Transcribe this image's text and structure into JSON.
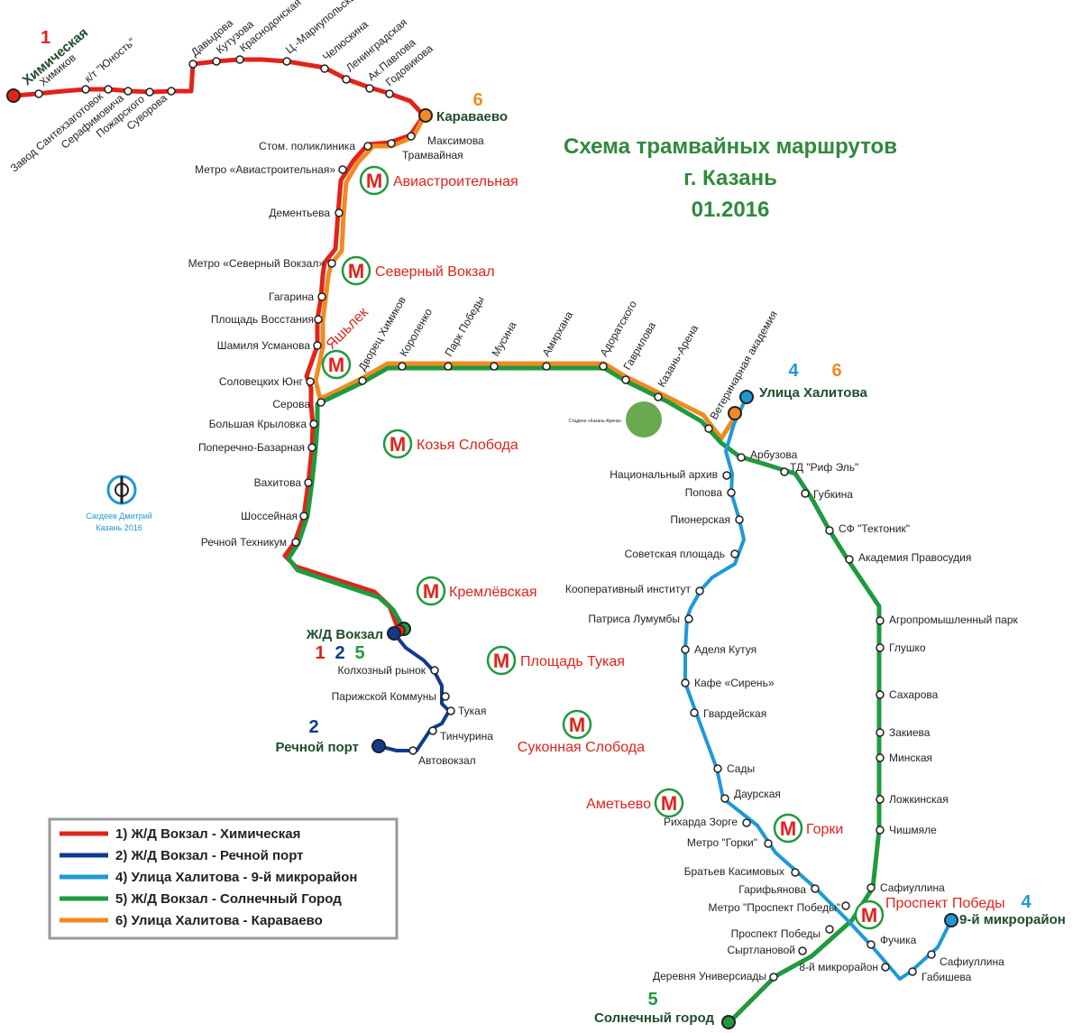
{
  "title": {
    "line1": "Схема трамвайных маршрутов",
    "line2": "г. Казань",
    "line3": "01.2016"
  },
  "credit": {
    "line1": "Сагдеев Дмитрий",
    "line2": "Казань 2016"
  },
  "stadium_label": "Стадион «Казань-Арена»",
  "colors": {
    "route1": "#e2231a",
    "route2": "#0f3b8f",
    "route4": "#1c9ad6",
    "route5": "#1f9a3e",
    "route6": "#f18a20",
    "metro": "#e2231a",
    "metro_ring": "#1f9a3e",
    "title": "#2f8a3c"
  },
  "legend": [
    {
      "route": "1",
      "text": "1) Ж/Д Вокзал - Химическая",
      "color": "#e2231a"
    },
    {
      "route": "2",
      "text": "2) Ж/Д Вокзал - Речной порт",
      "color": "#0f3b8f"
    },
    {
      "route": "4",
      "text": "4) Улица Халитова - 9-й микрорайон",
      "color": "#1c9ad6"
    },
    {
      "route": "5",
      "text": "5) Ж/Д Вокзал - Солнечный Город",
      "color": "#1f9a3e"
    },
    {
      "route": "6",
      "text": "6) Улица Халитова - Караваево",
      "color": "#f18a20"
    }
  ],
  "terminals": {
    "khimicheskaya": {
      "name": "Химическая",
      "routes": "1"
    },
    "karavaevo": {
      "name": "Караваево",
      "routes": "6"
    },
    "khalitova": {
      "name": "Улица Халитова",
      "route_a": "4",
      "route_b": "6"
    },
    "vokzal": {
      "name": "Ж/Д Вокзал",
      "route_a": "1",
      "route_b": "2",
      "route_c": "5"
    },
    "port": {
      "name": "Речной порт",
      "routes": "2"
    },
    "micro9": {
      "name": "9-й микрорайон",
      "routes": "4"
    },
    "solnechny": {
      "name": "Солнечный город",
      "routes": "5"
    }
  },
  "metro_stations": [
    "Авиастроительная",
    "Северный Вокзал",
    "Яшьлек",
    "Козья Слобода",
    "Кремлёвская",
    "Площадь Тукая",
    "Суконная Слобода",
    "Аметьево",
    "Горки",
    "Проспект Победы"
  ],
  "metro_symbol": "М",
  "stops": {
    "khimikov": "Химиков",
    "yunost": "к/т \"Юность\"",
    "zavod": "Завод Сантехзаготовок",
    "serafimovicha": "Серафимовича",
    "pozharskogo": "Пожарского",
    "suvorova": "Суворова",
    "davydova": "Давыдова",
    "kutuzova": "Кутузова",
    "krasnodonskaya": "Краснодонская",
    "ts_mariupolskaya": "Ц.-Мариупольская",
    "chelyuskina": "Челюскина",
    "leningradskaya": "Ленинградская",
    "ak_pavlova": "Ак.Павлова",
    "godovikova": "Годовикова",
    "maksimova": "Максимова",
    "tramvaynaya": "Трамвайная",
    "stom": "Стом. поликлиника",
    "m_aviastr": "Метро «Авиастроительная»",
    "dementeva": "Дементьева",
    "m_sev_vokzal": "Метро «Северный Вокзал»",
    "gagarina": "Гагарина",
    "pl_vosstaniya": "Площадь Восстания",
    "shamilya": "Шамиля Усманова",
    "solovetskikh": "Соловецких Юнг",
    "serova": "Серова",
    "b_krylovka": "Большая Крыловка",
    "poperechno": "Поперечно-Базарная",
    "vakhitova": "Вахитова",
    "shosseynaya": "Шоссейная",
    "rechnoy_tekh": "Речной Техникум",
    "dvorets": "Дворец Химиков",
    "korolenko": "Короленко",
    "park_pobedy": "Парк Победы",
    "musina": "Мусина",
    "amirkhana": "Амирхана",
    "adoratskogo": "Адоратского",
    "gavrilova": "Гаврилова",
    "kazan_arena": "Казань-Арена",
    "vet_akad": "Ветеринарная академия",
    "arbuzova": "Арбузова",
    "td_rif": "ТД \"Риф Эль\"",
    "gubkina": "Губкина",
    "sf_tektonik": "СФ \"Тектоник\"",
    "akad_prav": "Академия Правосудия",
    "agroprom": "Агропромышленный парк",
    "glushko": "Глушко",
    "sakharova": "Сахарова",
    "zakieva": "Закиева",
    "minskaya": "Минская",
    "lozhinskaya": "Ложкинская",
    "chishmyale": "Чишмяле",
    "safiullina1": "Сафиуллина",
    "fuchika": "Фучика",
    "safiullina2": "Сафиуллина",
    "gabisheva": "Габишева",
    "nats_arkhiv": "Национальный архив",
    "popova": "Попова",
    "pionerskaya": "Пионерская",
    "sov_ploshchad": "Советская площадь",
    "koop_inst": "Кооперативный институт",
    "lumumby": "Патриса Лумумбы",
    "adelya": "Аделя Кутуя",
    "kafe_siren": "Кафе «Сирень»",
    "gvardeyskaya": "Гвардейская",
    "sady": "Сады",
    "daurskaya": "Даурская",
    "zorge": "Рихарда Зорге",
    "m_gorki": "Метро \"Горки\"",
    "kasimovykh": "Братьев Касимовых",
    "garifyanova": "Гарифьянова",
    "m_pr_pobedy": "Метро \"Проспект Победы\"",
    "pr_pobedy": "Проспект Победы",
    "syrtlanovoy": "Сыртлановой",
    "mikro8": "8-й микрорайон",
    "d_universiady": "Деревня Универсиады",
    "kolkhozny": "Колхозный рынок",
    "parizhskoy": "Парижской Коммуны",
    "tukaya": "Тукая",
    "tinchurina": "Тинчурина",
    "avtovokzal": "Автовокзал"
  }
}
